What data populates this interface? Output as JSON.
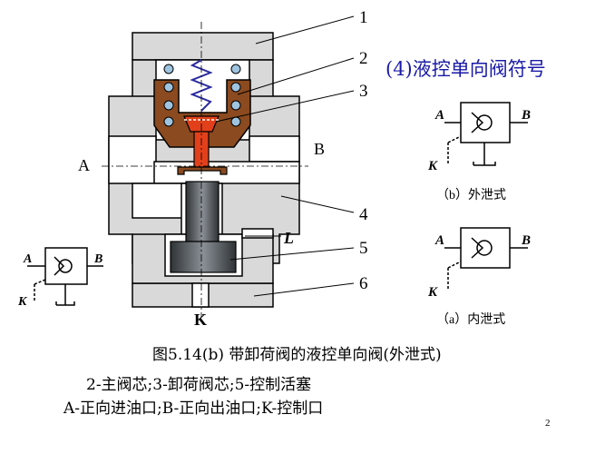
{
  "title": "(4)液控单向阀符号",
  "caption": "图5.14(b)  带卸荷阀的液控单向阀(外泄式)",
  "legend": {
    "line1": "2-主阀芯;3-卸荷阀芯;5-控制活塞",
    "line2": "A-正向进油口;B-正向出油口;K-控制口"
  },
  "part_numbers": [
    "1",
    "2",
    "3",
    "4",
    "5",
    "6"
  ],
  "port_labels": {
    "a": "A",
    "b": "B",
    "k": "K",
    "l": "L"
  },
  "symbols": {
    "external_drain": {
      "a": "A",
      "b": "B",
      "k": "K",
      "caption": "（b）外泄式"
    },
    "internal_drain": {
      "a": "A",
      "b": "B",
      "k": "K",
      "caption": "（a）内泄式"
    },
    "left": {
      "a": "A",
      "b": "B",
      "k": "K"
    }
  },
  "page_number": "2",
  "colors": {
    "body_fill": "#d9d9d9",
    "main_spool": "#8b4a1f",
    "relief_spool": "#e2401a",
    "piston": "#4a4f53",
    "title": "#1a1aa8"
  }
}
